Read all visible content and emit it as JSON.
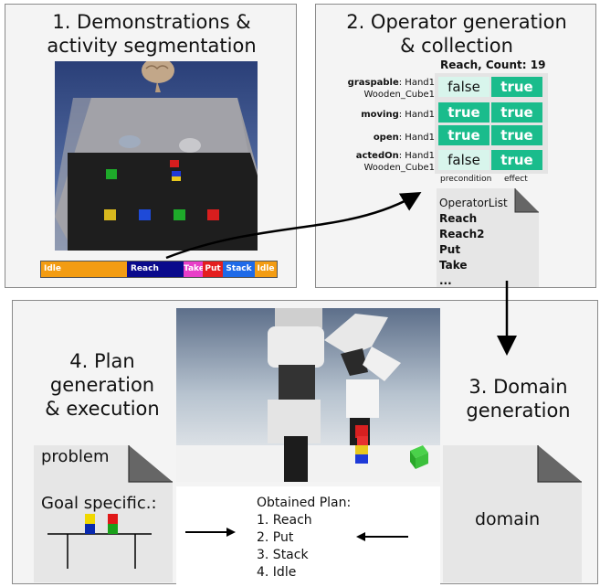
{
  "panel1": {
    "title_line1": "1. Demonstrations &",
    "title_line2": "activity segmentation",
    "segments": [
      "Idle",
      "Reach",
      "Take",
      "Put",
      "Stack",
      "Idle"
    ]
  },
  "panel2": {
    "title_line1": "2. Operator generation",
    "title_line2": "& collection",
    "table_title": "Reach, Count: 19",
    "rows": [
      {
        "name": "graspable",
        "args1": ": Hand1",
        "args2": "Wooden_Cube1",
        "pre": "false",
        "eff": "true"
      },
      {
        "name": "moving",
        "args1": ": Hand1",
        "args2": "",
        "pre": "true",
        "eff": "true"
      },
      {
        "name": "open",
        "args1": ": Hand1",
        "args2": "",
        "pre": "true",
        "eff": "true"
      },
      {
        "name": "actedOn",
        "args1": ": Hand1",
        "args2": "Wooden_Cube1",
        "pre": "false",
        "eff": "true"
      }
    ],
    "col_pre": "precondition",
    "col_eff": "effect",
    "operator_list": {
      "header": "OperatorList",
      "items": [
        "Reach",
        "Reach2",
        "Put",
        "Take",
        "..."
      ]
    }
  },
  "panel3": {
    "title_line1": "3. Domain",
    "title_line2": "generation",
    "domain_label": "domain"
  },
  "panel4": {
    "title_line1": "4. Plan",
    "title_line2": "generation",
    "title_line3": "& execution",
    "problem_label": "problem",
    "goal_label": "Goal specific.:",
    "plan_header": "Obtained Plan:",
    "plan_steps": [
      "1. Reach",
      "2. Put",
      "3. Stack",
      "4. Idle"
    ]
  },
  "colors": {
    "teal": "#1abc8c",
    "light_teal": "#d8f5ec",
    "idle": "#f39c12",
    "reach": "#0a0a8c",
    "take": "#e83ec8",
    "put": "#e41e1e",
    "stack": "#1e6ae8"
  }
}
